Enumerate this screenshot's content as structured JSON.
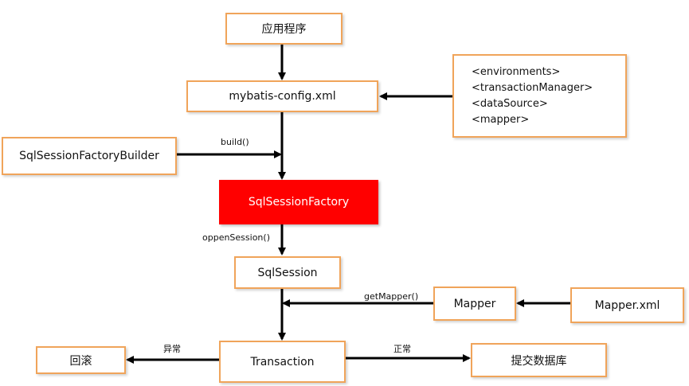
{
  "nodes": {
    "app": "应用程序",
    "config": "mybatis-config.xml",
    "env_items": [
      "<environments>",
      "<transactionManager>",
      "<dataSource>",
      "<mapper>"
    ],
    "builder": "SqlSessionFactoryBuilder",
    "factory": "SqlSessionFactory",
    "session": "SqlSession",
    "mapper": "Mapper",
    "mapper_xml": "Mapper.xml",
    "transaction": "Transaction",
    "rollback": "回滚",
    "commit": "提交数据库"
  },
  "edge_labels": {
    "build": "build()",
    "open_session": "oppenSession()",
    "get_mapper": "getMapper()",
    "exception": "异常",
    "normal": "正常"
  },
  "colors": {
    "box_border": "#f0a45a",
    "factory_fill": "#ff0000",
    "arrow": "#000000"
  }
}
